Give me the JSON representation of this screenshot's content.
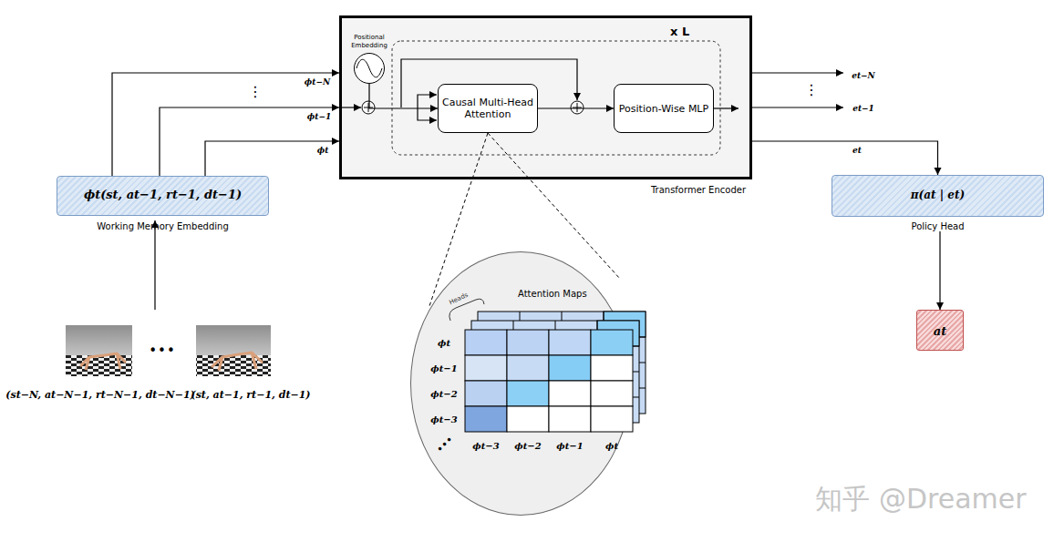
{
  "diagram": {
    "nodes": [
      {
        "text": [
          "ϕt(st, at−1, rt−1, dt−1)",
          "Working Memory Embedding"
        ]
      },
      {
        "text": [
          "x L",
          "Transformer Encoder"
        ]
      },
      {
        "text": [
          "Positional Embedding"
        ],
        "in": 1
      },
      {
        "text": [
          "Causal Multi-Head Attention"
        ],
        "in": 1
      },
      {
        "text": [
          "Position-Wise MLP"
        ],
        "in": 1
      },
      {
        "text": [
          "Attention Maps"
        ]
      },
      {
        "text": [
          "π(at | et)",
          "Policy Head"
        ]
      },
      {
        "text": [
          "at"
        ]
      }
    ],
    "edges": [
      {
        "from": 0,
        "to": 1,
        "label": "ϕt−N",
        "arrow": "to"
      },
      {
        "from": 0,
        "to": 1,
        "label": "ϕt−1",
        "arrow": "to"
      },
      {
        "from": 0,
        "to": 1,
        "label": "ϕt",
        "arrow": "to"
      },
      {
        "from": 1,
        "to": 6,
        "label": "et",
        "arrow": "to"
      },
      {
        "from": 2,
        "to": 3,
        "arrow": "to"
      },
      {
        "from": 3,
        "to": 4,
        "arrow": "to"
      },
      {
        "from": 3,
        "to": 5,
        "arrow": "none"
      },
      {
        "from": 6,
        "to": 7,
        "arrow": "to"
      }
    ],
    "labels": [
      "⋮",
      "⋮",
      "et−N",
      "et−1",
      "•••",
      "(st−N, at−N−1, rt−N−1, dt−N−1)",
      "(st, at−1, rt−1, dt−1)",
      "Heads",
      "ϕt",
      "ϕt−1",
      "ϕt−2",
      "ϕt−3",
      "ϕt−3",
      "ϕt−2",
      "ϕt−1",
      "ϕt",
      "•••",
      "知乎 @Dreamer"
    ]
  }
}
